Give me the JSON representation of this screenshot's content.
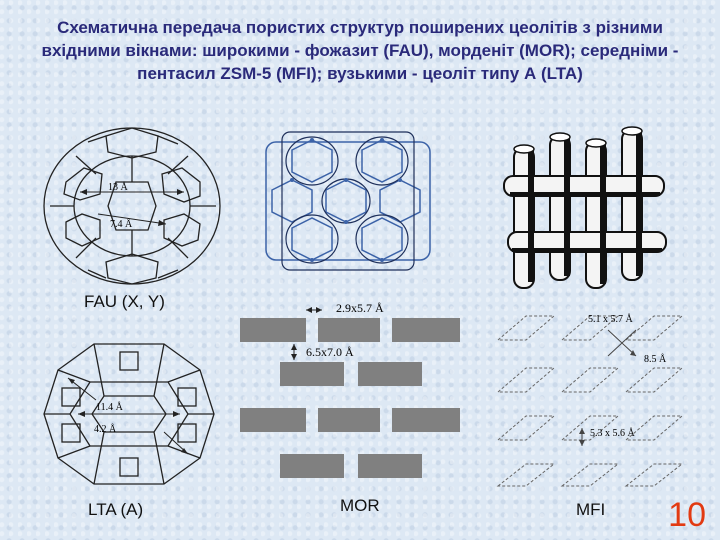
{
  "slide": {
    "title": "Схематична передача пористих структур поширених цеолітів з різними вхідними вікнами: широкими - фожазит (FAU), морденіт (MOR); середніми - пентасил ZSM-5 (MFI); вузькими - цеоліт типу А (LTA)",
    "page_number": "10"
  },
  "figures": {
    "fau": {
      "caption": "FAU (X, Y)",
      "label_top": "13 Å",
      "label_bottom": "7.4 Å"
    },
    "lta": {
      "caption": "LTA (A)",
      "label_top": "11.4 Å",
      "label_bottom": "4.2 Å"
    },
    "mor": {
      "caption": "MOR",
      "dim_horizontal": "2.9x5.7 Å",
      "dim_vertical": "6.5x7.0 Å"
    },
    "mfi": {
      "caption": "MFI",
      "dim_top": "5.1 x 5.7 Å",
      "dim_mid": "8.5 Å",
      "dim_bottom": "5.3 x 5.6 Å"
    }
  },
  "colors": {
    "title": "#2a2a7a",
    "page_number": "#e23a12",
    "mor_block": "#808080",
    "frame_blue": "#3c63a8"
  }
}
